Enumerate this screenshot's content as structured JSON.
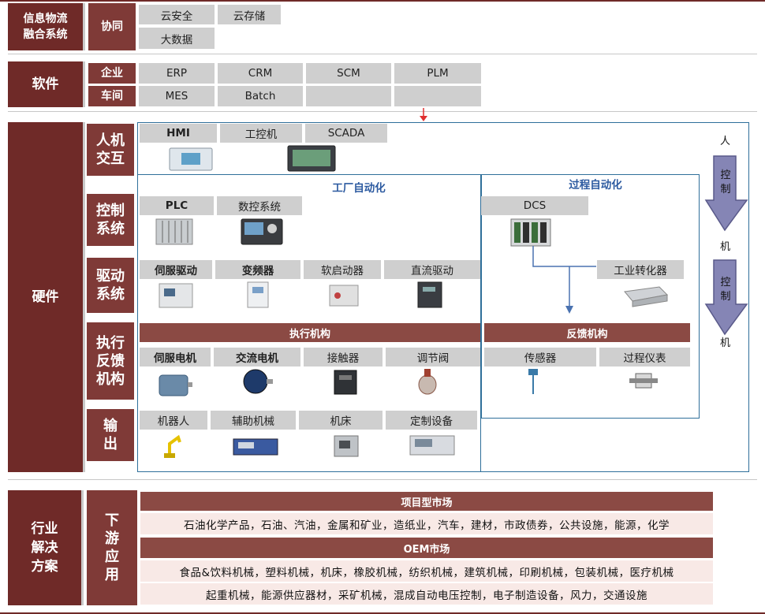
{
  "info": {
    "category": "信息物流\n融合系统",
    "sub": "协同",
    "items": [
      "云安全",
      "云存储",
      "大数据"
    ]
  },
  "software": {
    "category": "软件",
    "sub_enterprise": "企业",
    "sub_workshop": "车间",
    "row1": [
      "ERP",
      "CRM",
      "SCM",
      "PLM"
    ],
    "row2": [
      "MES",
      "Batch",
      "",
      ""
    ]
  },
  "hardware": {
    "category": "硬件",
    "factory_zone": "工厂自动化",
    "process_zone": "过程自动化",
    "hmi": {
      "label": "人机\n交互",
      "items": [
        "HMI",
        "工控机",
        "SCADA"
      ]
    },
    "control": {
      "label": "控制\n系统",
      "items": [
        "PLC",
        "数控系统"
      ],
      "dcs": "DCS"
    },
    "drive": {
      "label": "驱动\n系统",
      "items": [
        "伺服驱动",
        "变频器",
        "软启动器",
        "直流驱动"
      ],
      "converter": "工业转化器"
    },
    "exec": {
      "label": "执行\n反馈\n机构",
      "bar": "执行机构",
      "items": [
        "伺服电机",
        "交流电机",
        "接触器",
        "调节阀"
      ],
      "feedback_bar": "反馈机构",
      "feedback_items": [
        "传感器",
        "过程仪表"
      ]
    },
    "output": {
      "label": "输\n出",
      "items": [
        "机器人",
        "辅助机械",
        "机床",
        "定制设备"
      ]
    },
    "hmc": {
      "human": "人",
      "ctrl": "控\n制",
      "machine1": "机",
      "machine2": "机"
    }
  },
  "industry": {
    "category": "行业\n解决\n方案",
    "sub": "下\n游\n应\n用",
    "project_market": "项目型市场",
    "project_items": "石油化学产品，石油、汽油，金属和矿业，造纸业，汽车，建材，市政债券，公共设施，能源，化学",
    "oem_market": "OEM市场",
    "oem_line1": "食品&饮料机械，塑料机械，机床，橡胶机械，纺织机械，建筑机械，印刷机械，包装机械，医疗机械",
    "oem_line2": "起重机械，能源供应器材，采矿机械，混成自动电压控制，电子制造设备，风力，交通设施"
  },
  "colors": {
    "dark_red": "#6f2a28",
    "bar_red": "#8b4a44",
    "tag_gray": "#cfcfcf",
    "arrow_purple": "#8585b5",
    "frame_blue": "#2f6f9a",
    "zone_blue": "#2c5aa0"
  },
  "icons": [
    "hmi-panel-icon",
    "scada-screen-icon",
    "plc-rack-icon",
    "cnc-controller-icon",
    "dcs-cabinet-icon",
    "servo-drive-icon",
    "inverter-icon",
    "soft-starter-icon",
    "dc-drive-icon",
    "converter-icon",
    "servo-motor-icon",
    "ac-motor-icon",
    "contactor-icon",
    "control-valve-icon",
    "sensor-icon",
    "process-instrument-icon",
    "robot-arm-icon",
    "auxiliary-machine-icon",
    "machine-tool-icon",
    "custom-equipment-icon"
  ]
}
